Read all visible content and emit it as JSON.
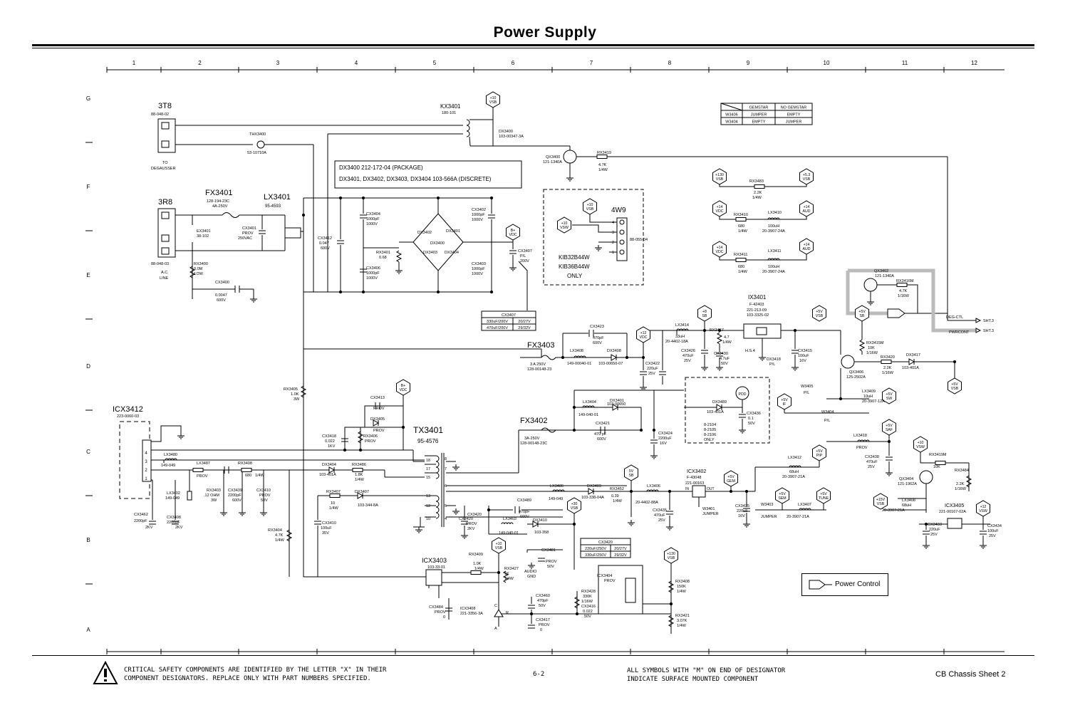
{
  "title": "Power Supply",
  "columns": [
    "1",
    "2",
    "3",
    "4",
    "5",
    "6",
    "7",
    "8",
    "9",
    "10",
    "11",
    "12"
  ],
  "rows": [
    "G",
    "F",
    "E",
    "D",
    "C",
    "B",
    "A"
  ],
  "components": {
    "t3t8": {
      "ref": "3T8",
      "part": "88-048-02",
      "note1": "TO",
      "note2": "DEGAUSSER"
    },
    "t3r8": {
      "ref": "3R8",
      "part": "88-048-03",
      "note1": "A.C.",
      "note2": "LINE"
    },
    "fx3401": {
      "ref": "FX3401",
      "part": "128-194-23C",
      "rating": "4A-250V"
    },
    "lx3401": {
      "ref": "LX3401",
      "part": "95-4593"
    },
    "ex3401": {
      "ref": "EX3401",
      "part": "38-102"
    },
    "cx3401": {
      "ref": "CX3401",
      "v1": "PROV",
      "v2": "250VAC"
    },
    "rx3400": {
      "ref": "RX3400",
      "v1": "0.0M",
      "v2": "1/2W"
    },
    "cx3400": {
      "ref": "CX3400",
      "v1": "0.0047",
      "v2": "600V"
    },
    "thx3400": {
      "ref": "THX3400",
      "part": "53-10710A"
    },
    "kx3401": {
      "ref": "KX3401",
      "part": "180-101"
    },
    "dx3400_tag": {
      "ref": "DX3400",
      "part": "103-00347-3A"
    },
    "qx3400": {
      "ref": "QX3400",
      "part": "121-1340A"
    },
    "rx3419": {
      "ref": "RX3419",
      "v1": "4.7K",
      "v2": "1/4W"
    },
    "vsb_top": {
      "line1": "+10",
      "line2": "VSB"
    },
    "note1": "DX3400 212-172-04 (PACKAGE)",
    "note2": "DX3401, DX3402, DX3403, DX3404 103-566A (DISCRETE)",
    "cx3412": {
      "ref": "CX3412",
      "v1": "0.047",
      "v2": "600V"
    },
    "cx3404": {
      "ref": "CX3404",
      "v1": "1000pF",
      "v2": "1000V"
    },
    "rx3401": {
      "ref": "RX3401",
      "v1": "0.68"
    },
    "cx3406": {
      "ref": "CX3406",
      "v1": "1000pF",
      "v2": "1000V"
    },
    "bridge": {
      "d1": "DX3402",
      "d2": "DX3401",
      "d3": "DX3403",
      "d4": "DX3404",
      "center": "DX3400"
    },
    "cx3402": {
      "ref": "CX3402",
      "v1": "1000pF",
      "v2": "1000V"
    },
    "cx3403": {
      "ref": "CX3403",
      "v1": "1000pF",
      "v2": "1000V"
    },
    "bplus": {
      "line1": "B+",
      "line2": "VDC"
    },
    "cx3407": {
      "ref": "CX3407",
      "v1": "P/L",
      "v2": "200V"
    },
    "w4w9": {
      "ref": "4W9",
      "part": "88-055-04",
      "opt1": "KIB32B44W",
      "opt2": "KIB36B44W",
      "opt3": "ONLY"
    },
    "vsb_w": {
      "line1": "+10",
      "line2": "VSB"
    },
    "vsw_w": {
      "line1": "+10",
      "line2": "VSW"
    },
    "jumper_tbl": {
      "h1": "GEMSTAR",
      "h2": "NO GEMSTAR",
      "r1": [
        "W3406",
        "JUMPER",
        "EMPTY"
      ],
      "r2": [
        "W3404",
        "EMPTY",
        "JUMPER"
      ]
    },
    "rx3483": {
      "ref": "RX3483",
      "v1": "2.2K",
      "v2": "1/4W"
    },
    "vsb_r": {
      "line1": "+130",
      "line2": "VSB"
    },
    "vsb_r2": {
      "line1": "+5.3",
      "line2": "VSB"
    },
    "rx3410": {
      "ref": "RX3410",
      "v1": "680",
      "v2": "1/4W"
    },
    "lx3410": {
      "ref": "LX3410",
      "v1": "100uH",
      "v2": "20-3907-24A"
    },
    "vdc_a": {
      "line1": "+14",
      "line2": "VDC"
    },
    "aud_a": {
      "line1": "+14",
      "line2": "AUD"
    },
    "rx3411": {
      "ref": "RX3411",
      "v1": "680",
      "v2": "1/4W"
    },
    "lx3411": {
      "ref": "LX3411",
      "v1": "100uH",
      "v2": "20-3907-24A"
    },
    "vdc_b": {
      "line1": "+14",
      "line2": "VDC"
    },
    "aud_b": {
      "line1": "+14",
      "line2": "AUD"
    },
    "cx3407_tbl": {
      "h": "CX3407",
      "r1": [
        "330uF/200V",
        "20/27V"
      ],
      "r2": [
        "470uF/200V",
        "29/32V"
      ]
    },
    "qx3402": {
      "ref": "QX3402",
      "part": "121-1340A"
    },
    "rx3416m": {
      "ref": "RX3416M",
      "v1": "4.7K",
      "v2": "1/16W"
    },
    "degctl": "DEG-CTL",
    "pwrcont": "PWRCONT",
    "sht1": "SHT.3",
    "sht2": "SHT.3",
    "ix3401": {
      "ref": "IX3401",
      "part": "F-42403",
      "p2": "221-213-09",
      "p3": "103-3325-02"
    },
    "hs4": "H.S.4",
    "fx3403": {
      "ref": "FX3403",
      "rating": "3 A 250V",
      "part": "128-00148-23"
    },
    "lx3408": {
      "ref": "LX3408",
      "part": "149-00040-01"
    },
    "dx3408": {
      "ref": "DX3408",
      "part": "103-00650-07"
    },
    "cx3423": {
      "ref": "CX3423",
      "v1": "470pF",
      "v2": "600V"
    },
    "v12": {
      "line1": "+12",
      "line2": "VDC"
    },
    "cx3422": {
      "ref": "CX3422",
      "v1": "220uF",
      "v2": "25V"
    },
    "lx3414": {
      "ref": "LX3414",
      "v1": "33uH",
      "v2": "20-4402-18A"
    },
    "v8sb": {
      "line1": "+8",
      "line2": "SB"
    },
    "cx3426": {
      "ref": "CX3426",
      "v1": "470uF",
      "v2": "25V"
    },
    "rx3467": {
      "ref": "RX3467",
      "v1": "4.7",
      "v2": "1/4W"
    },
    "cx3430": {
      "ref": "CX3430",
      "v1": "4.7uF",
      "v2": "50V"
    },
    "vsb_c": {
      "line1": "+5V",
      "line2": "VSB"
    },
    "cx3415": {
      "ref": "CX3415",
      "v1": "100uF",
      "v2": "16V"
    },
    "dx3418": {
      "ref": "DX3418",
      "v1": "P/L"
    },
    "v5sb": {
      "line1": "+5V",
      "line2": "SB"
    },
    "rx3415m": {
      "ref": "RX3415M",
      "v1": "10K",
      "v2": "1/16W"
    },
    "qx3406": {
      "ref": "QX3406",
      "part": "125-2502A"
    },
    "rx3420": {
      "ref": "RX3420",
      "v1": "2.2K",
      "v2": "1/16W"
    },
    "dx3417": {
      "ref": "DX3417",
      "part": "103-401A"
    },
    "vsb_d": {
      "line1": "+5V",
      "line2": "VSB"
    },
    "w3405": {
      "ref": "W3405",
      "v1": "P/L"
    },
    "lx3409": {
      "ref": "LX3409",
      "v1": "10uH",
      "v2": "20-3907-12A"
    },
    "v5if": {
      "line1": "+5V",
      "line2": "IF"
    },
    "v5sw": {
      "line1": "+5V",
      "line2": "SW"
    },
    "w3404": {
      "ref": "W3404",
      "v1": "P/L"
    },
    "v5saf": {
      "line1": "+5V",
      "line2": "SAF"
    },
    "lx3418": {
      "ref": "LX3418",
      "v1": "PROV"
    },
    "cx3438": {
      "ref": "CX3438",
      "v1": "470uF",
      "v2": "25V"
    },
    "icx3412": {
      "ref": "ICX3412",
      "part": "223-0060-03"
    },
    "rx3405": {
      "ref": "RX3405",
      "v1": "1.0K",
      "v2": "3W"
    },
    "cx3413": {
      "ref": "CX3413",
      "v1": "PROV"
    },
    "dx3405": {
      "ref": "DX3405",
      "v1": "PROV"
    },
    "cx3418": {
      "ref": "CX3418",
      "v1": "0.022",
      "v2": "1KV"
    },
    "rx3406": {
      "ref": "RX3406",
      "v1": "PROV"
    },
    "tx3401": {
      "ref": "TX3401",
      "part": "95-4576"
    },
    "vdc_c": {
      "line1": "B+",
      "line2": "VDC"
    },
    "fx3402": {
      "ref": "FX3402",
      "rating": "3A-250V",
      "part": "128-00148-23C"
    },
    "lx3404": {
      "ref": "LX3404",
      "part": "149-040-01"
    },
    "dx3401b": {
      "ref": "DX3401",
      "part": "103-00650"
    },
    "cx3421": {
      "ref": "CX3421",
      "v1": "470 pF",
      "v2": "600V"
    },
    "cx3424": {
      "ref": "CX3424",
      "v1": "2200uF",
      "v2": "16V"
    },
    "dx3489": {
      "ref": "DX3489",
      "part": "103-401A"
    },
    "pdd": {
      "line1": "PDD"
    },
    "cx3436": {
      "ref": "CX3436",
      "v1": "0.1",
      "v2": "50V"
    },
    "gemnote": {
      "l1": "8-2104",
      "l2": "8-2105",
      "l3": "8-2106",
      "l4": "ONLY"
    },
    "lx3480": {
      "ref": "LX3480",
      "part": "149-049"
    },
    "lx3487": {
      "ref": "LX3487",
      "v1": "PROV"
    },
    "rx3408": {
      "ref": "RX3408",
      "v1": "680",
      "v2": "1/4W"
    },
    "dx3404": {
      "ref": "DX3404",
      "part": "103-401A"
    },
    "rx3486": {
      "ref": "RX3486",
      "v1": "1.8K",
      "v2": "1/4W"
    },
    "lx3402": {
      "ref": "LX3402",
      "part": "149-049"
    },
    "rx3403": {
      "ref": "RX3403",
      "v1": ".12 OHM",
      "v2": "3W"
    },
    "cx3439": {
      "ref": "CX3439",
      "v1": "2200pF",
      "v2": "600V"
    },
    "cx3410": {
      "ref": "CX3410",
      "v1": "PROV",
      "v2": "50V"
    },
    "cx3462": {
      "ref": "CX3462",
      "v1": "2200pF",
      "v2": "2KV"
    },
    "cx3408": {
      "ref": "CX3408",
      "v1": "2200pF",
      "v2": "2KV"
    },
    "rx3407": {
      "ref": "RX3407",
      "v1": "10",
      "v2": "1/4W"
    },
    "dx3407": {
      "ref": "DX3407",
      "part": "103-344-8A"
    },
    "cx3410b": {
      "ref": "CX3410",
      "v1": "100uF",
      "v2": "35V"
    },
    "rx3404": {
      "ref": "RX3404",
      "v1": "4.7K",
      "v2": "1/4W"
    },
    "cx3420": {
      "ref": "CX3420",
      "v1": "PROV",
      "v2": "2KV"
    },
    "cx3489": {
      "ref": "CX3489",
      "v1": "470pF",
      "v2": "600V"
    },
    "lx3486": {
      "ref": "LX3486",
      "part": "149-049"
    },
    "dx3409": {
      "ref": "DX3409",
      "part": "103-338-04A"
    },
    "lx3403": {
      "ref": "LX3403",
      "part": "149-040-01"
    },
    "dx3410": {
      "ref": "DX3410",
      "part": "103-358"
    },
    "v30": {
      "line1": "+30",
      "line2": "VSB"
    },
    "v5_130": {
      "line1": "5V",
      "line2": "SB"
    },
    "rx3452": {
      "ref": "RX3452",
      "v1": "0.39",
      "v2": "1/4W"
    },
    "lx3406": {
      "ref": "LX3406",
      "part": "20-4402-88A"
    },
    "cx3436b": {
      "ref": "CX3435",
      "v1": "470uF",
      "v2": "25V"
    },
    "icx3402": {
      "ref": "ICX3402",
      "part": "F-43048",
      "p2": "221-00163"
    },
    "v5gem": {
      "line1": "+5V",
      "line2": "GEM"
    },
    "w3401": {
      "ref": "W3401",
      "v1": "JUMPER"
    },
    "cx3435": {
      "ref": "CX3435",
      "v1": "220uF",
      "v2": "16V"
    },
    "lx3412": {
      "ref": "LX3412",
      "v1": "68uH",
      "v2": "20-3907-21A"
    },
    "v5pip": {
      "line1": "+5V",
      "line2": "PIP"
    },
    "v5sem": {
      "line1": "+5V",
      "line2": "SEM"
    },
    "w3403": {
      "ref": "W3403",
      "v1": "JUMPER"
    },
    "lx3407": {
      "ref": "LX3407",
      "v1": "20-3907-21A"
    },
    "v5tune": {
      "line1": "+5V",
      "line2": "TUNE"
    },
    "v10": {
      "line1": "+10",
      "line2": "VSW"
    },
    "rx3419m": {
      "ref": "RX3419M",
      "v1": "10K"
    },
    "rx3484": {
      "ref": "RX3484",
      "v1": "2.2K",
      "v2": "1/16W"
    },
    "qx3404": {
      "ref": "QX3404",
      "part": "121-1962A"
    },
    "lx3408b": {
      "ref": "LX3408",
      "v1": "68uH",
      "v2": "20-3907-21A"
    },
    "v15": {
      "line1": "+15V",
      "line2": "VSB"
    },
    "icx3405": {
      "ref": "ICX3405",
      "part": "221-00167-02A"
    },
    "v12sw": {
      "line1": "+12",
      "line2": "VSW"
    },
    "cx3433": {
      "ref": "CX3433",
      "v1": "220uF",
      "v2": "25V"
    },
    "cx3434": {
      "ref": "CX3434",
      "v1": "100uF",
      "v2": "25V"
    },
    "icx3403": {
      "ref": "ICX3403",
      "part": "103-33-01"
    },
    "rx3409": {
      "ref": "RX3409",
      "v1": "1.0K",
      "v2": "1/4W"
    },
    "v10b": {
      "line1": "+10",
      "line2": "VSB"
    },
    "rx3427": {
      "ref": "RX3427",
      "v1": "1K",
      "v2": "1/4W"
    },
    "cx3481": {
      "ref": "CX3481",
      "v1": "PROV",
      "v2": "50V"
    },
    "audio": {
      "l1": "AUDIO",
      "l2": "GND"
    },
    "cx3420tbl": {
      "h": "CX3420",
      "r1": [
        "220uF/250V",
        "20/27V"
      ],
      "r2": [
        "330uF/250V",
        "29/32V"
      ]
    },
    "icx3404": {
      "ref": "ICX3404",
      "v1": "PROV"
    },
    "v130": {
      "line1": "+130",
      "line2": "VSB"
    },
    "rx3408b": {
      "ref": "RX3408",
      "v1": "150K",
      "v2": "1/4W"
    },
    "rx3421": {
      "ref": "RX3421",
      "v1": "3.07K",
      "v2": "1/4W"
    },
    "cx3484": {
      "ref": "CX3484",
      "v1": "PROV",
      "v2": "0"
    },
    "icx3408": {
      "ref": "ICX3408",
      "part": "221-3356-3A"
    },
    "cx3460": {
      "ref": "CX3460",
      "v1": "470pF",
      "v2": "50V"
    },
    "rx3428": {
      "ref": "RX3428",
      "v1": "330K",
      "v2": "1/16W"
    },
    "cx3416": {
      "ref": "CX3416",
      "v1": "0.022",
      "v2": "50V"
    },
    "cx3417": {
      "ref": "CX3417",
      "v1": "PROV",
      "v2": "0"
    },
    "pin_c": "C",
    "pin_r": "R",
    "pin_a": "A"
  },
  "legend": {
    "label": "Power Control"
  },
  "footer": {
    "safety1": "CRITICAL SAFETY COMPONENTS ARE IDENTIFIED BY THE LETTER \"X\" IN THEIR",
    "safety2": "COMPONENT DESIGNATORS.  REPLACE ONLY WITH PART NUMBERS SPECIFIED.",
    "page": "6-2",
    "smd1": "ALL SYMBOLS WITH \"M\" ON END OF DESIGNATOR",
    "smd2": "INDICATE SURFACE MOUNTED COMPONENT",
    "sheet": "CB Chassis Sheet 2"
  }
}
